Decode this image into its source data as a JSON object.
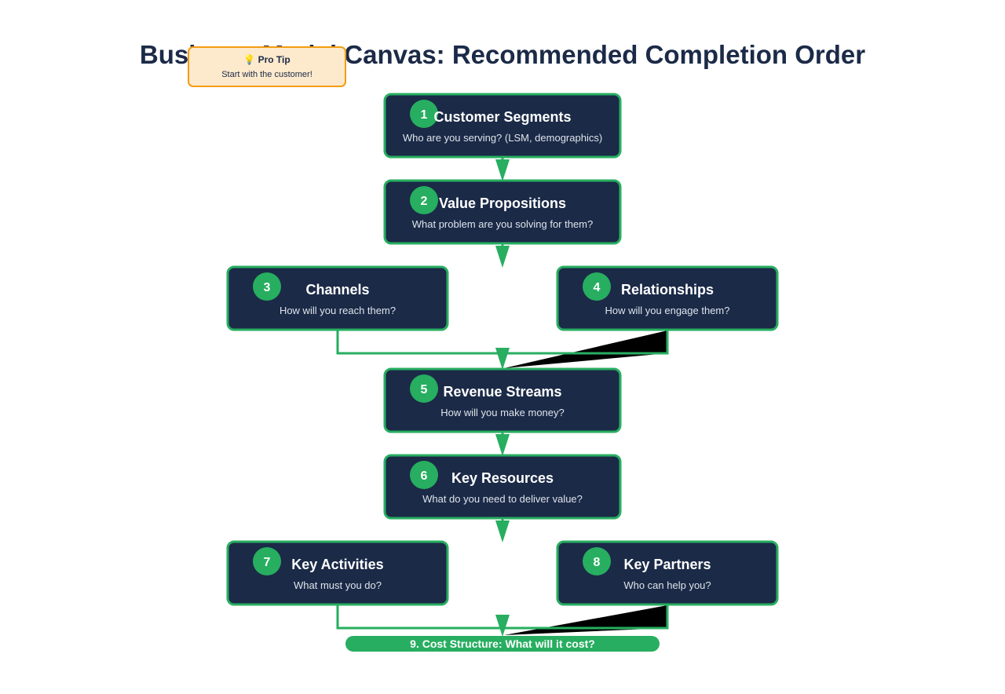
{
  "title": "Business Model Canvas: Recommended Completion Order",
  "tip": {
    "icon": "lightbulb-icon",
    "title": "💡 Pro Tip",
    "text": "Start with the customer!"
  },
  "steps": [
    {
      "number": "1",
      "title": "Customer Segments",
      "subtitle": "Who are you serving? (LSM, demographics)"
    },
    {
      "number": "2",
      "title": "Value Propositions",
      "subtitle": "What problem are you solving for them?"
    },
    {
      "number": "3",
      "title": "Channels",
      "subtitle": "How will you reach them?"
    },
    {
      "number": "4",
      "title": "Relationships",
      "subtitle": "How will you engage them?"
    },
    {
      "number": "5",
      "title": "Revenue Streams",
      "subtitle": "How will you make money?"
    },
    {
      "number": "6",
      "title": "Key Resources",
      "subtitle": "What do you need to deliver value?"
    },
    {
      "number": "7",
      "title": "Key Activities",
      "subtitle": "What must you do?"
    },
    {
      "number": "8",
      "title": "Key Partners",
      "subtitle": "Who can help you?"
    }
  ],
  "final_step": "9. Cost Structure: What will it cost?",
  "colors": {
    "box_fill": "#1b2a47",
    "accent": "#27ae60",
    "tip_fill": "#fde9cc",
    "tip_border": "#f39c12"
  }
}
